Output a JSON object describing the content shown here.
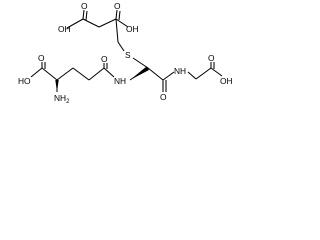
{
  "molecule": {
    "atoms": {
      "oh_succinyl_1": "OH",
      "o_succinyl_1": "O",
      "oh_succinyl_2": "OH",
      "o_succinyl_2": "O",
      "sulfur": "S",
      "o_glu_acid": "O",
      "ho_glu_acid": "HO",
      "nh2_glu": "NH",
      "nh2_sub": "2",
      "o_glu_amide": "O",
      "nh_cys": "NH",
      "o_cys_amide": "O",
      "nh_gly": "NH",
      "o_gly_acid": "O",
      "oh_gly_acid": "OH"
    }
  }
}
